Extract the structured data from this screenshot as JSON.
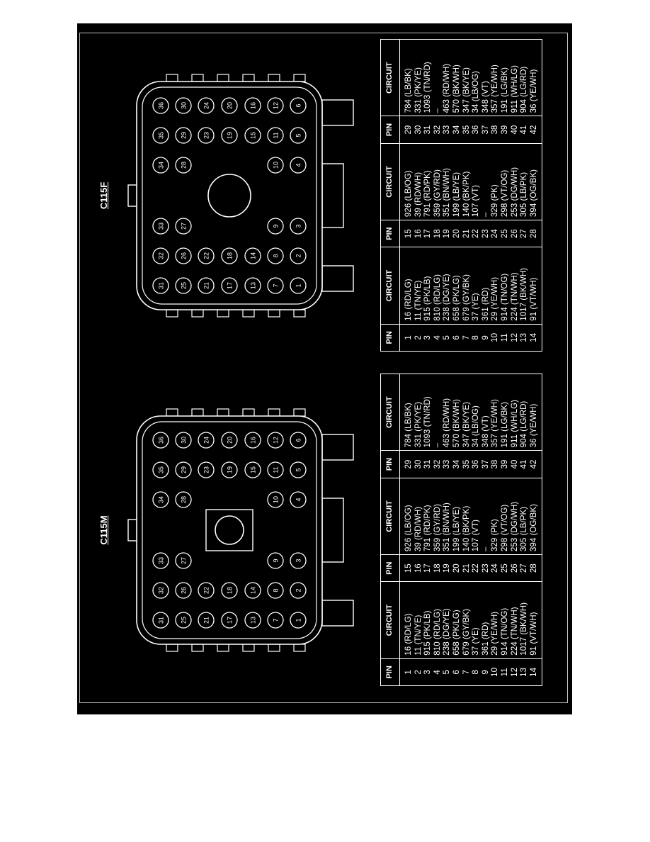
{
  "connectors": [
    {
      "name": "C115F",
      "headers": [
        "PIN",
        "CIRCUIT",
        "PIN",
        "CIRCUIT",
        "PIN",
        "CIRCUIT"
      ],
      "rows": [
        [
          "1",
          "16 (RD/LG)",
          "15",
          "926 (LB/OG)",
          "29",
          "784 (LB/BK)"
        ],
        [
          "2",
          "11 (TN/YE)",
          "16",
          "39 (RD/WH)",
          "30",
          "331 (PK/YE)"
        ],
        [
          "3",
          "915 (PK/LB)",
          "17",
          "791 (RD/PK)",
          "31",
          "1093 (TN/RD)"
        ],
        [
          "4",
          "810 (RD/LG)",
          "18",
          "359 (GY/RD)",
          "32",
          "–"
        ],
        [
          "5",
          "238 (DG/YE)",
          "19",
          "351 (BN/WH)",
          "33",
          "463 (RD/WH)"
        ],
        [
          "6",
          "658 (PK/LG)",
          "20",
          "199 (LB/YE)",
          "34",
          "570 (BK/WH)"
        ],
        [
          "7",
          "679 (GY/BK)",
          "21",
          "140 (BK/PK)",
          "35",
          "347 (BK/YE)"
        ],
        [
          "8",
          "37 (YE)",
          "22",
          "107 (VT)",
          "36",
          "34 (LB/OG)"
        ],
        [
          "9",
          "361 (RD)",
          "23",
          "–",
          "37",
          "348 (VT)"
        ],
        [
          "10",
          "29 (YE/WH)",
          "24",
          "329 (PK)",
          "38",
          "357 (YE/WH)"
        ],
        [
          "11",
          "914 (TN/OG)",
          "25",
          "298 (VT/OG)",
          "39",
          "191 (LG/BK)"
        ],
        [
          "12",
          "224 (TN/WH)",
          "26",
          "253 (DG/WH)",
          "40",
          "911 (WH/LG)"
        ],
        [
          "13",
          "1017 (BK/WH)",
          "27",
          "305 (LB/PK)",
          "41",
          "904 (LG/RD)"
        ],
        [
          "14",
          "91 (VT/WH)",
          "28",
          "394 (OG/BK)",
          "42",
          "36 (YE/WH)"
        ]
      ]
    },
    {
      "name": "C115M",
      "headers": [
        "PIN",
        "CIRCUIT",
        "PIN",
        "CIRCUIT",
        "PIN",
        "CIRCUIT"
      ],
      "rows": [
        [
          "1",
          "16 (RD/LG)",
          "15",
          "926 (LB/OG)",
          "29",
          "784 (LB/BK)"
        ],
        [
          "2",
          "11 (TN/YE)",
          "16",
          "39 (RD/WH)",
          "30",
          "331 (PK/YE)"
        ],
        [
          "3",
          "915 (PK/LB)",
          "17",
          "791 (RD/PK)",
          "31",
          "1093 (TN/RD)"
        ],
        [
          "4",
          "810 (RD/LG)",
          "18",
          "359 (GY/RD)",
          "32",
          "–"
        ],
        [
          "5",
          "238 (DG/YE)",
          "19",
          "351 (BN/WH)",
          "33",
          "463 (RD/WH)"
        ],
        [
          "6",
          "658 (PK/LG)",
          "20",
          "199 (LB/YE)",
          "34",
          "570 (BK/WH)"
        ],
        [
          "7",
          "679 (GY/BK)",
          "21",
          "140 (BK/PK)",
          "35",
          "347 (BK/YE)"
        ],
        [
          "8",
          "37 (YE)",
          "22",
          "107 (VT)",
          "36",
          "34 (LB/OG)"
        ],
        [
          "9",
          "361 (RD)",
          "23",
          "–",
          "37",
          "348 (VT)"
        ],
        [
          "10",
          "29 (YE/WH)",
          "24",
          "329 (PK)",
          "38",
          "357 (YE/WH)"
        ],
        [
          "11",
          "914 (TN/OG)",
          "25",
          "298 (VT/OG)",
          "39",
          "191 (LG/BK)"
        ],
        [
          "12",
          "224 (TN/WH)",
          "26",
          "253 (DG/WH)",
          "40",
          "911 (WH/LG)"
        ],
        [
          "13",
          "1017 (BK/WH)",
          "27",
          "305 (LB/PK)",
          "41",
          "904 (LG/RD)"
        ],
        [
          "14",
          "91 (VT/WH)",
          "28",
          "394 (OG/BK)",
          "42",
          "36 (YE/WH)"
        ]
      ]
    }
  ],
  "colors": {
    "background": "#000000",
    "ink": "#ffffff",
    "page": "#ffffff"
  }
}
